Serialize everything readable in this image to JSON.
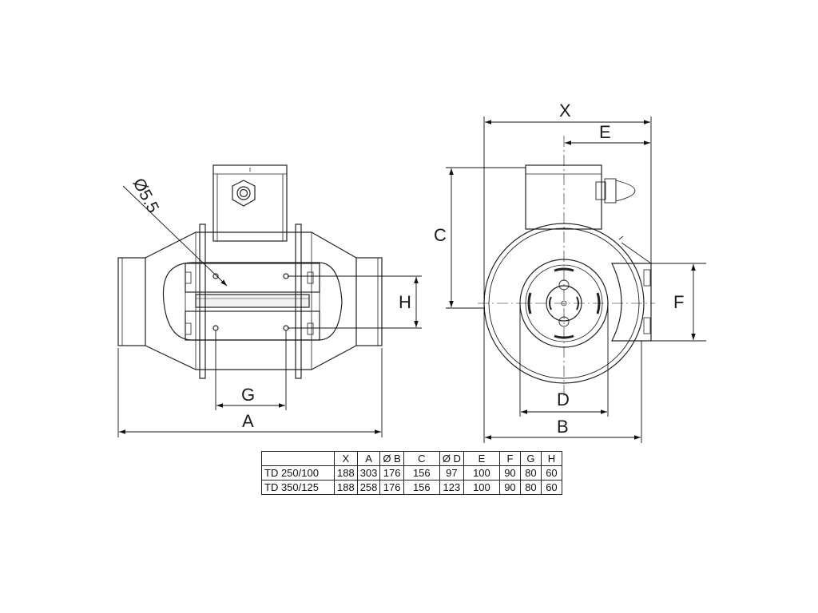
{
  "dimension_labels": {
    "x": "X",
    "e": "E",
    "c": "C",
    "f": "F",
    "d": "D",
    "b": "B",
    "a": "A",
    "g": "G",
    "h": "H",
    "hole": "Ø5.5"
  },
  "table": {
    "headers": [
      "",
      "X",
      "A",
      "Ø B",
      "C",
      "Ø D",
      "E",
      "F",
      "G",
      "H"
    ],
    "rows": [
      [
        "TD 250/100",
        "188",
        "303",
        "176",
        "156",
        "97",
        "100",
        "90",
        "80",
        "60"
      ],
      [
        "TD 350/125",
        "188",
        "258",
        "176",
        "156",
        "123",
        "100",
        "90",
        "80",
        "60"
      ]
    ]
  }
}
